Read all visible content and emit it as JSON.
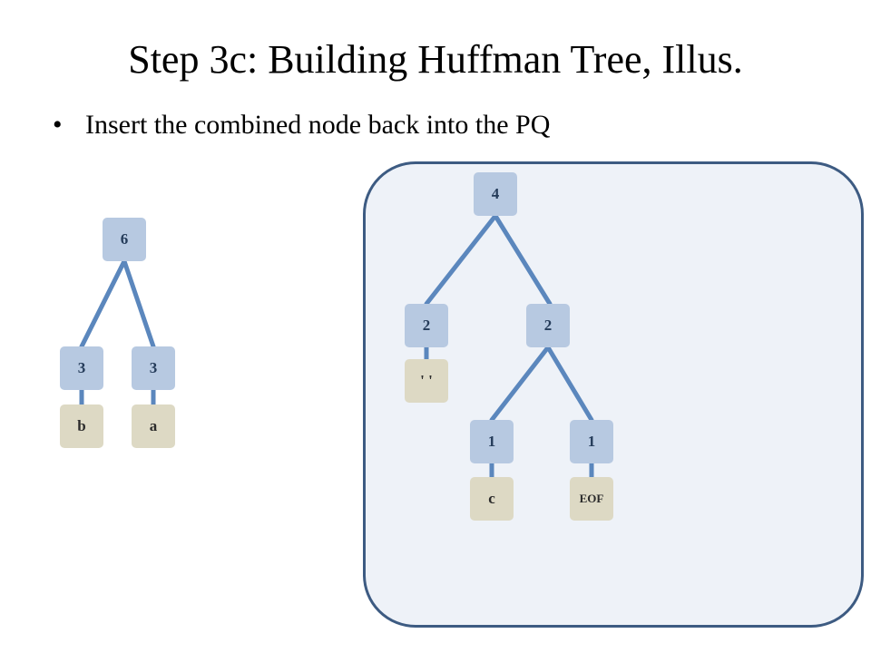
{
  "slide": {
    "title": "Step 3c: Building Huffman Tree, Illus.",
    "bullet": "Insert the combined node back into the PQ"
  },
  "colors": {
    "count_node": "#b7c9e1",
    "leaf_node": "#ddd9c4",
    "edge": "#5b87bd",
    "pq_fill": "#eef2f8",
    "pq_border": "#3d5b82"
  },
  "left_tree": {
    "root": "6",
    "left_count": "3",
    "left_char": "b",
    "right_count": "3",
    "right_char": "a"
  },
  "pq_tree": {
    "root": "4",
    "left_count": "2",
    "left_char": "' '",
    "right_count": "2",
    "right_left_count": "1",
    "right_left_char": "c",
    "right_right_count": "1",
    "right_right_char": "EOF"
  }
}
